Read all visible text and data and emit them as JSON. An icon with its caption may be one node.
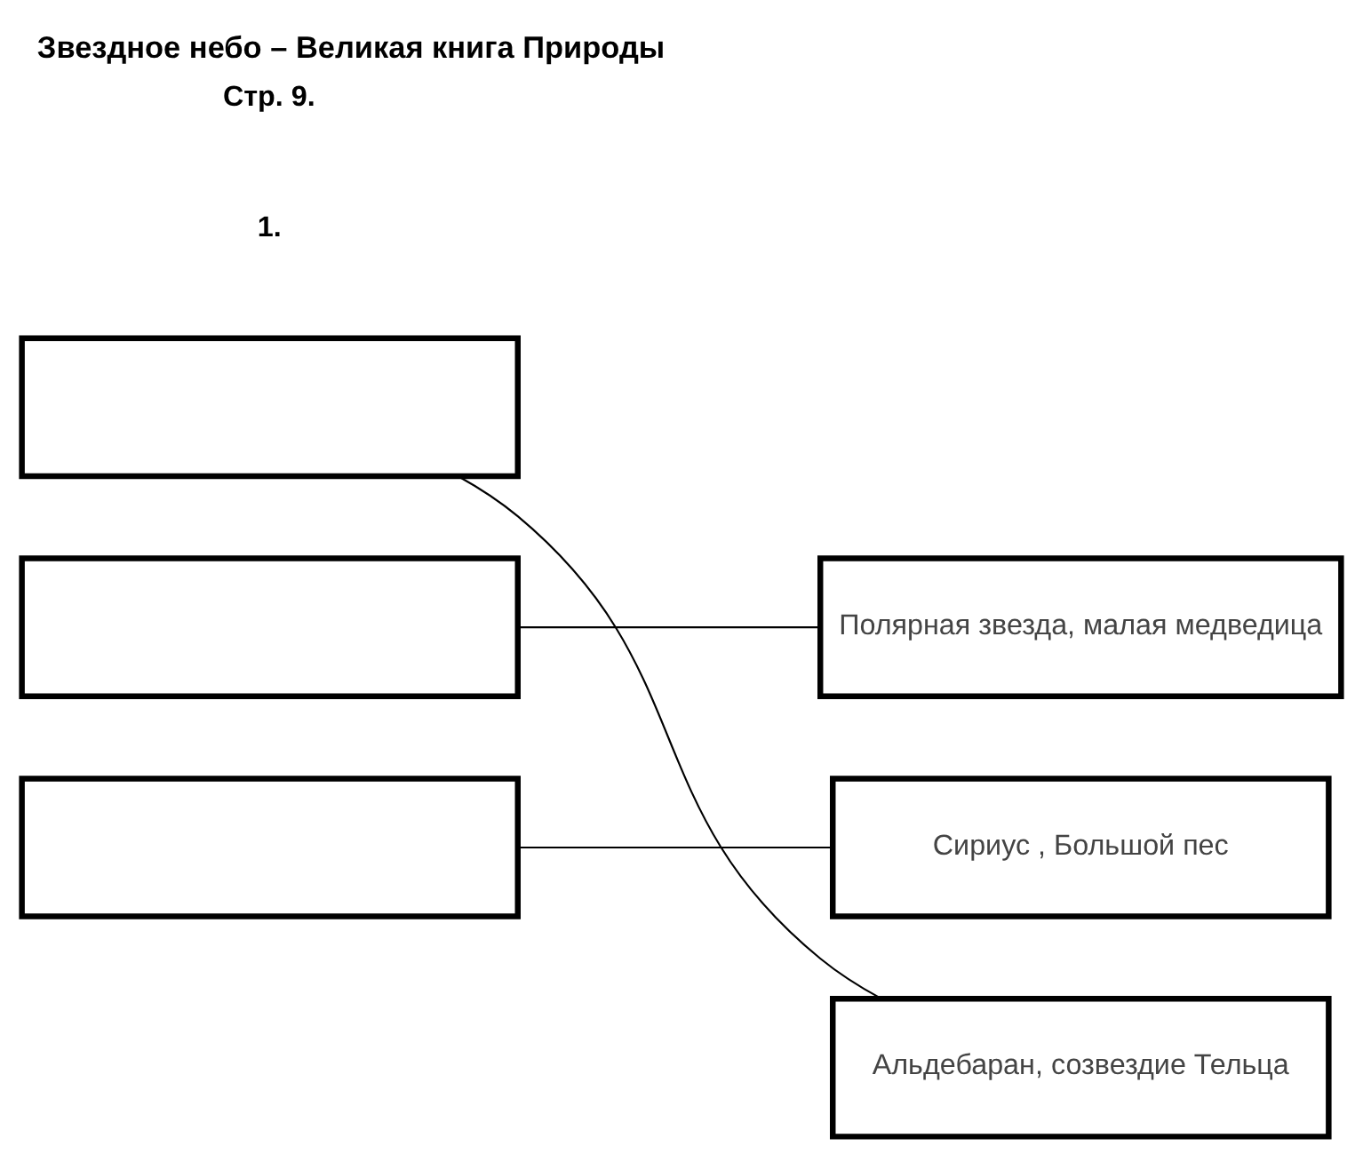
{
  "diagram": {
    "title": "Звездное небо – Великая книга Природы",
    "nodes": [
      {
        "text": [],
        "shape": "box"
      },
      {
        "text": [],
        "shape": "box"
      },
      {
        "text": [],
        "shape": "box"
      },
      {
        "text": [
          "Полярная звезда, малая медведица"
        ]
      },
      {
        "text": [
          "Сириус , Большой пес"
        ]
      },
      {
        "text": [
          "Альдебаран, созвездие Тельца"
        ]
      }
    ],
    "edges": [
      {
        "from": 0,
        "to": 5,
        "arrow": "none"
      },
      {
        "from": 1,
        "to": 3,
        "arrow": "none"
      },
      {
        "from": 2,
        "to": 4,
        "arrow": "none"
      }
    ],
    "labels": [
      "Стр. 9.",
      "1."
    ]
  }
}
